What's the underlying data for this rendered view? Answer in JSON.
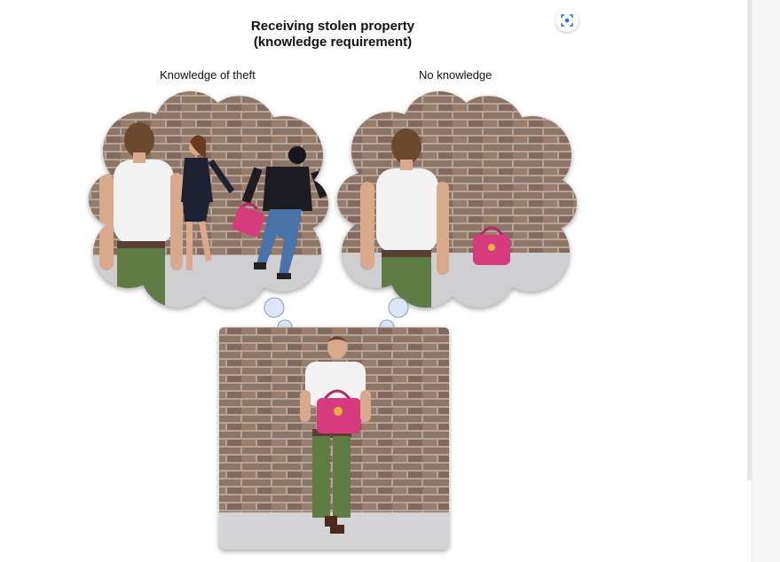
{
  "figure": {
    "title_line1": "Receiving stolen property",
    "title_line2": "(knowledge requirement)",
    "left_label": "Knowledge of theft",
    "right_label": "No knowledge"
  },
  "toolbar": {
    "visual_search_icon": "lens-scan-icon"
  },
  "colors": {
    "brick": "#8f7566",
    "mortar": "#b3a59a",
    "floor": "#cfcfd1",
    "shirt": "#f2f2f2",
    "pants": "#5f7c45",
    "handbag": "#d63a7e",
    "skin": "#d8a98c",
    "hair": "#5a3a22",
    "jeans": "#4a73a8",
    "jacket": "#1e1e22",
    "thought_bubble": "#dce6f6"
  }
}
